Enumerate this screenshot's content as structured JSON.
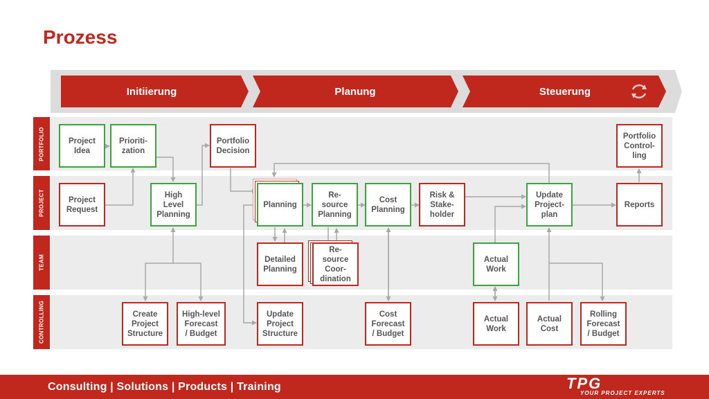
{
  "page": {
    "title": "Prozess"
  },
  "phases": [
    {
      "label": "Initiierung"
    },
    {
      "label": "Planung"
    },
    {
      "label": "Steuerung"
    }
  ],
  "lanes": [
    {
      "label": "PORTFOLIO"
    },
    {
      "label": "PROJECT"
    },
    {
      "label": "TEAM"
    },
    {
      "label": "CONTROLLING"
    }
  ],
  "nodes": {
    "project_idea": "Project\nIdea",
    "prioritization": "Prioriti-\nzation",
    "portfolio_decision": "Portfolio\nDecision",
    "portfolio_controlling": "Portfolio\nControl-\nling",
    "project_request": "Project\nRequest",
    "high_level_planning": "High\nLevel\nPlanning",
    "planning": "Planning",
    "resource_planning": "Re-\nsource\nPlanning",
    "cost_planning": "Cost\nPlanning",
    "risk_stakeholder": "Risk &\nStake-\nholder",
    "update_projectplan": "Update\nProject-\nplan",
    "reports": "Reports",
    "detailed_planning": "Detailed\nPlanning",
    "resource_coordination": "Re-\nsource\nCoor-\ndination",
    "actual_work_team": "Actual\nWork",
    "create_project_structure": "Create\nProject\nStructure",
    "high_level_forecast": "High-level\nForecast\n/ Budget",
    "update_project_structure": "Update\nProject\nStructure",
    "cost_forecast": "Cost\nForecast\n/ Budget",
    "actual_work_controlling": "Actual\nWork",
    "actual_cost": "Actual\nCost",
    "rolling_forecast": "Rolling\nForecast\n/ Budget"
  },
  "footer": {
    "text": "Consulting  |  Solutions  |  Products  |  Training",
    "logo": "TPG",
    "tagline": "YOUR PROJECT EXPERTS"
  },
  "colors": {
    "brand_red": "#c0281e",
    "task_green": "#3aa63a",
    "lane_gray": "#ececec",
    "connector_gray": "#a8a8a8"
  },
  "icons": {
    "phase_cycle": "refresh-cycle-icon"
  }
}
